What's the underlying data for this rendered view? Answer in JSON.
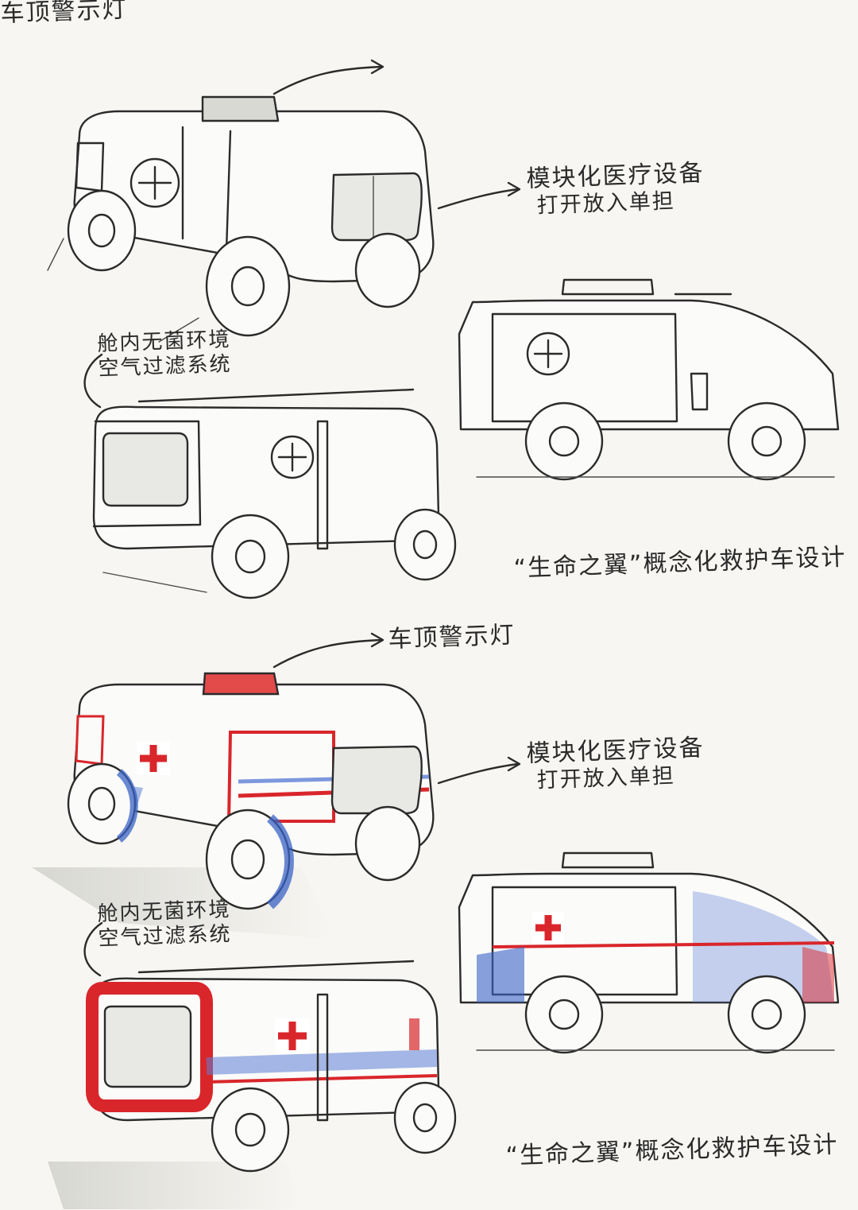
{
  "annotations": {
    "roof_light": "车顶警示灯",
    "modular_line1": "模块化医疗设备",
    "modular_line2": "打开放入单担",
    "cabin_line1": "舱内无菌环境",
    "cabin_line2": "空气过滤系统",
    "concept_title": "“生命之翼”概念化救护车设计"
  },
  "annotations_colored": {
    "roof_light": "车顶警示灯",
    "modular_line1": "模块化医疗设备",
    "modular_line2": "打开放入单担",
    "cabin_line1": "舱内无菌环境",
    "cabin_line2": "空气过滤系统",
    "concept_title": "“生命之翼”概念化救护车设计"
  },
  "colors": {
    "ink": "#2b2b2b",
    "paper": "#f7f6f2",
    "accent_red": "#d9262b",
    "accent_blue": "#3a63c4"
  },
  "icons": [
    "medical-cross-icon",
    "roof-warning-light-icon",
    "arrow-icon"
  ]
}
